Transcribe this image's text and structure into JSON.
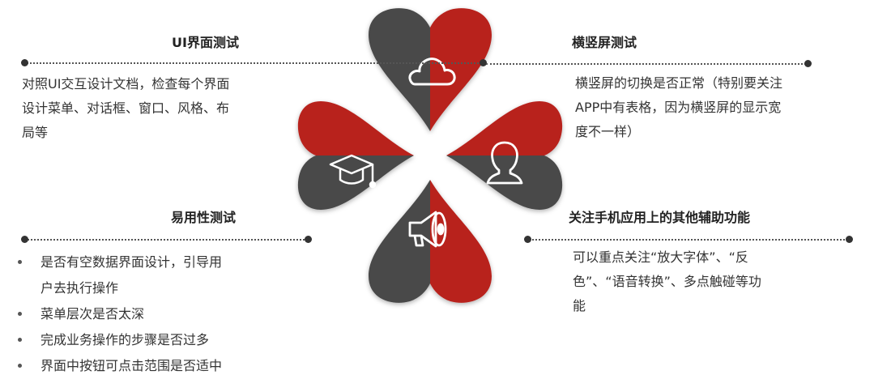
{
  "sections": {
    "ui_test": {
      "title": "UI界面测试",
      "lines": [
        "对照UI交互设计文档，检查每个界面",
        "设计菜单、对话框、窗口、风格、布",
        "局等"
      ]
    },
    "orientation_test": {
      "title": "横竖屏测试",
      "lines": [
        "横竖屏的切换是否正常（特别要关注",
        "APP中有表格，因为横竖屏的显示宽",
        "度不一样）"
      ]
    },
    "usability_test": {
      "title": "易用性测试",
      "items": [
        {
          "lines": [
            "是否有空数据界面设计，引导用",
            "户去执行操作"
          ]
        },
        {
          "lines": [
            "菜单层次是否太深"
          ]
        },
        {
          "lines": [
            "完成业务操作的步骤是否过多"
          ]
        },
        {
          "lines": [
            "界面中按钮可点击范围是否适中"
          ]
        }
      ]
    },
    "accessibility_test": {
      "title": "关注手机应用上的其他辅助功能",
      "lines": [
        "可以重点关注“放大字体”、“反",
        "色”、“语音转换”、多点触碰等功",
        "能"
      ]
    }
  },
  "icons": [
    "cloud-icon",
    "graduation-cap-icon",
    "user-icon",
    "megaphone-icon"
  ],
  "colors": {
    "red": "#b8231f",
    "dark_gray": "#4a4a4a",
    "text": "#333333",
    "title": "#222222"
  }
}
